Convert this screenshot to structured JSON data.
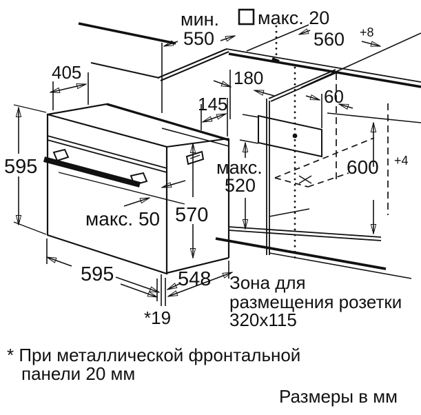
{
  "diagram": {
    "dims": {
      "top_min_label": "мин.",
      "top_min_value": "550",
      "top_max_gap": "макс. 20",
      "niche_width": "560",
      "niche_width_tol": "+8",
      "top_depth": "405",
      "front_clearance": "180",
      "rear_top_depth": "145",
      "socket_side_offset": "60",
      "oven_height": "595",
      "inner_max_label": "макс.",
      "inner_max_value": "520",
      "niche_height": "600",
      "niche_height_tol": "+4",
      "case_height": "570",
      "handle_max": "макс. 50",
      "oven_width": "595",
      "oven_depth": "548",
      "door_offset": "*19"
    },
    "socket_note": {
      "line1": "Зона для",
      "line2": "размещения розетки",
      "line3": "320x115"
    },
    "footnote": {
      "line1": "* При металлической фронтальной",
      "line2": "панели 20 мм"
    },
    "units_note": "Размеры в мм"
  }
}
